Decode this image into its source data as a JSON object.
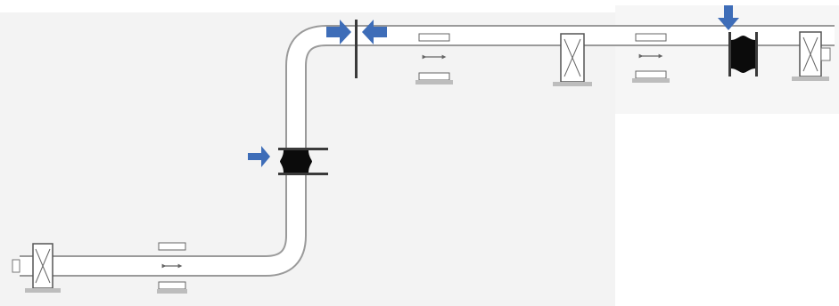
{
  "diagram": {
    "colors": {
      "pipe_fill": "#ffffff",
      "pipe_outline": "#9a9a9a",
      "arrow": "#3e6db8",
      "joint": "#0b0b0b",
      "flange": "#3a3a3a",
      "support_base": "#bdbdbd"
    },
    "components": [
      {
        "name": "anchor-support-inlet",
        "icon": "fixed-anchor-x"
      },
      {
        "name": "guide-support-lower",
        "icon": "pipe-guide"
      },
      {
        "name": "expansion-joint-riser",
        "icon": "rubber-expansion-joint"
      },
      {
        "name": "arrow-riser-joint",
        "icon": "arrow-right"
      },
      {
        "name": "flange-plate-top",
        "icon": "flange-plate"
      },
      {
        "name": "arrow-pair-flange",
        "icon": "arrows-converging"
      },
      {
        "name": "guide-support-upper-1",
        "icon": "pipe-guide"
      },
      {
        "name": "anchor-support-middle",
        "icon": "fixed-anchor-x"
      },
      {
        "name": "guide-support-upper-2",
        "icon": "pipe-guide"
      },
      {
        "name": "expansion-joint-outlet",
        "icon": "rubber-expansion-joint"
      },
      {
        "name": "arrow-outlet-joint",
        "icon": "arrow-down"
      },
      {
        "name": "anchor-support-outlet",
        "icon": "fixed-anchor-x"
      }
    ]
  }
}
